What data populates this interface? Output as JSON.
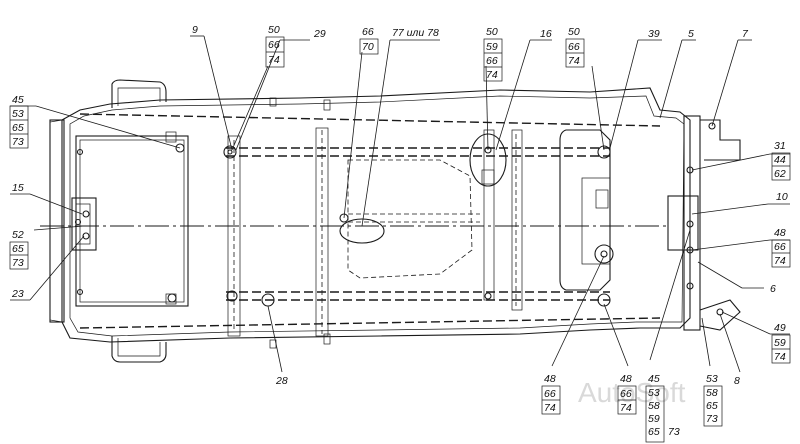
{
  "watermark": "AutoSoft",
  "callouts": {
    "c9": "9",
    "c50a": "50",
    "c66a": "66",
    "c74a": "74",
    "c29": "29",
    "c66b": "66",
    "c70b": "70",
    "c77": "77 или 78",
    "c50c": "50",
    "c59c": "59",
    "c66c": "66",
    "c74c": "74",
    "c16": "16",
    "c50d": "50",
    "c66d": "66",
    "c74d": "74",
    "c39": "39",
    "c5": "5",
    "c7": "7",
    "c45a": "45",
    "c53a": "53",
    "c65a": "65",
    "c73a": "73",
    "c31": "31",
    "c44": "44",
    "c62": "62",
    "c15": "15",
    "c52": "52",
    "c65b": "65",
    "c73b": "73",
    "c10": "10",
    "c48a": "48",
    "c66e": "66",
    "c74e": "74",
    "c23": "23",
    "c6": "6",
    "c49": "49",
    "c59f": "59",
    "c74f": "74",
    "c28": "28",
    "c48b": "48",
    "c66g": "66",
    "c74g": "74",
    "c48c": "48",
    "c66h": "66",
    "c74h": "74",
    "c45b": "45",
    "c53b": "53",
    "c58b": "58",
    "c59b": "59",
    "c65c": "65",
    "c73c": "73",
    "c53d": "53",
    "c58d": "58",
    "c65d": "65",
    "c73d": "73",
    "c8": "8"
  }
}
